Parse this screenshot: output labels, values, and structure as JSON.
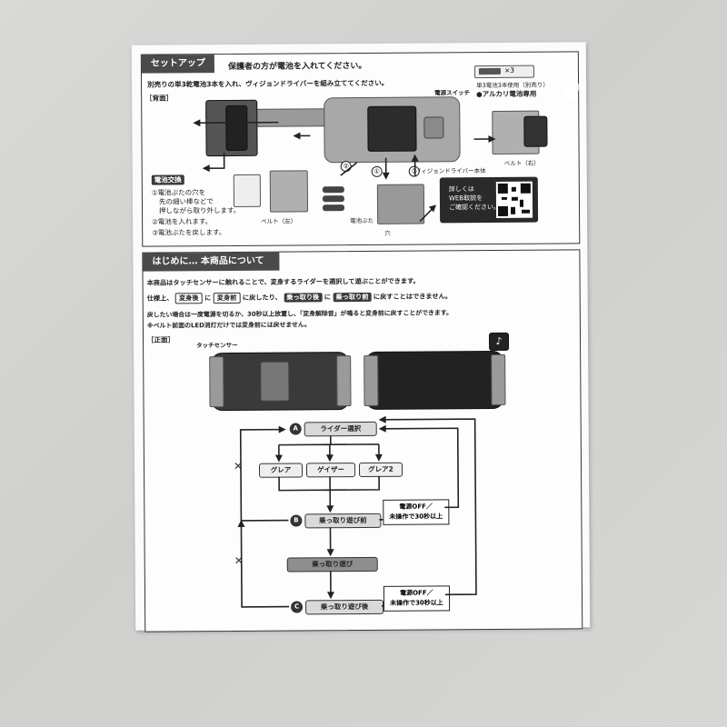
{
  "setup": {
    "tab_label": "セットアップ",
    "title": "保護者の方が電池を入れてください。",
    "battery_count": "×3",
    "battery_note": "単3電池3本使用（別売り）",
    "alkaline_note": "●アルカリ電池専用",
    "intro": "別売りの単3乾電池3本を入れ、ヴィジョンドライバーを組み立ててください。",
    "back_label": "［背面］",
    "power_switch": "電源スイッチ",
    "body_label": "ヴィジョンドライバー本体",
    "belt_right": "ベルト（右）",
    "belt_left": "ベルト（左）",
    "battery_cover": "電池ぶた",
    "hole": "穴",
    "battery_change": "電池交換",
    "steps": [
      "①電池ぶたの穴を",
      "先の細い棒などで",
      "押しながら取り外します。",
      "②電池を入れます。",
      "③電池ぶたを戻します。"
    ],
    "markers": [
      "①",
      "②",
      "③"
    ],
    "web_text": [
      "詳しくは",
      "WEB取説を",
      "ご確認ください。"
    ]
  },
  "intro_section": {
    "tab_label": "はじめに…",
    "title": "本商品について",
    "line1": "本商品はタッチセンサーに触れることで、変身するライダーを選択して遊ぶことができます。",
    "line2_prefix": "仕様上、",
    "kw_after": "変身後",
    "kw_before": "変身前",
    "kw_takeover_after": "乗っ取り後",
    "kw_takeover_before": "乗っ取り前",
    "line2_parts": [
      "に",
      "に戻したり、",
      "に",
      "に戻すことはできません。"
    ],
    "line3": "戻したい場合は一度電源を切るか、30秒以上放置し、「変身解除音」が鳴ると変身前に戻すことができます。",
    "line4": "※ベルト前面のLED消灯だけでは変身前には戻せません。",
    "front_label": "［正面］",
    "touch_sensor": "タッチセンサー"
  },
  "flow": {
    "node_a_badge": "A",
    "node_a": "ライダー選択",
    "options": [
      "グレア",
      "ゲイザー",
      "グレア2"
    ],
    "node_b_badge": "B",
    "node_b": "乗っ取り遊び前",
    "node_mid": "乗っ取り遊び",
    "node_c_badge": "C",
    "node_c": "乗っ取り遊び後",
    "power_off": "電源OFF／",
    "idle": "未操作で30秒以上",
    "x_mark": "✕"
  }
}
